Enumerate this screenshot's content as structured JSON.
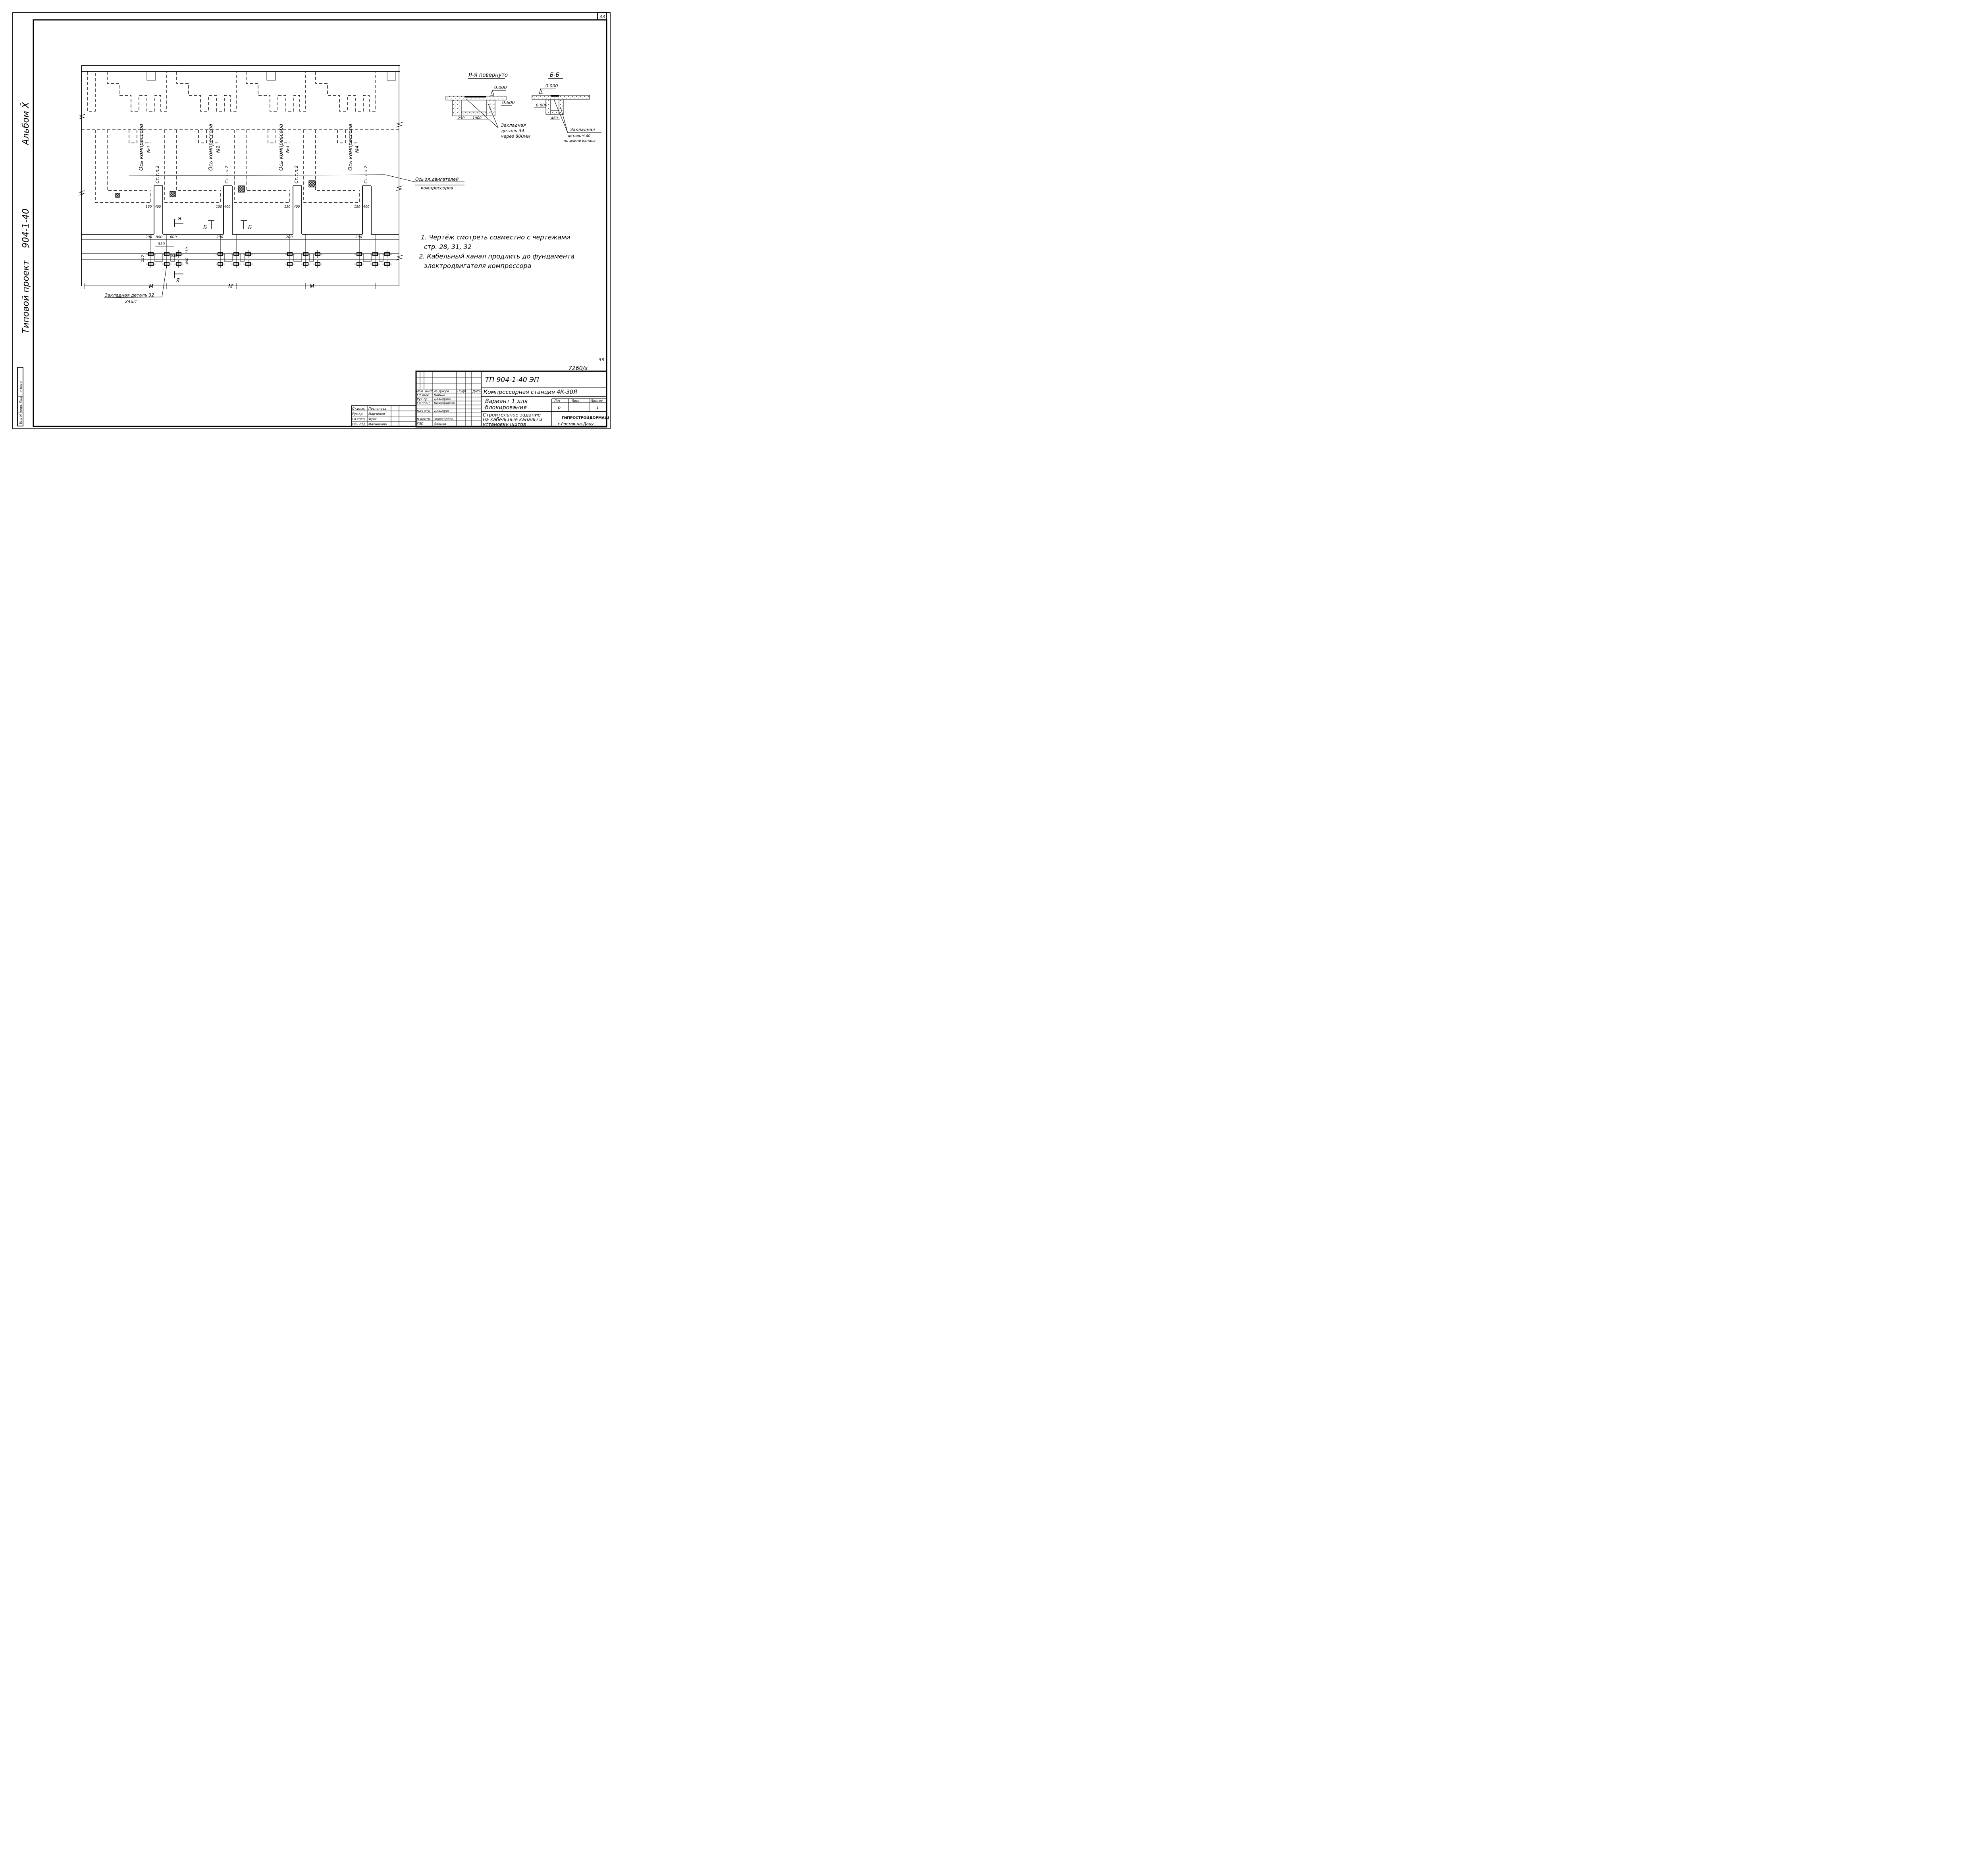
{
  "sheet": {
    "page_number": "33",
    "side_stamp": {
      "typical_project": "Типовой проект",
      "code": "904-1-40",
      "album": "Альбом X̄",
      "inv_strip": "Инв N подл. Подп. и дата"
    }
  },
  "plan": {
    "compressors": [
      {
        "axis": "Ось компрессора",
        "num": "№1",
        "cable": "Ст.т.п.2",
        "dims": [
          "150",
          "400"
        ],
        "dim_below": "200"
      },
      {
        "axis": "Ось компрессора",
        "num": "№2",
        "cable": "Ст.т.п.2",
        "dims": [
          "150",
          "400"
        ],
        "dim_below": "200"
      },
      {
        "axis": "Ось компрессора",
        "num": "№3",
        "cable": "Ст.т.п.2",
        "dims": [
          "150",
          "400"
        ],
        "dim_below": "200"
      },
      {
        "axis": "Ось компрессора",
        "num": "№4",
        "cable": "Ст.т.п.2",
        "dims": [
          "150",
          "400"
        ],
        "dim_below": "200"
      }
    ],
    "motor_axis_label": [
      "Ось эл.двигателей",
      "компрессоров"
    ],
    "first_group_dims": [
      "200",
      "800",
      "550",
      "600",
      "550",
      "150",
      "150",
      "400"
    ],
    "section_marks": {
      "a1": "Я",
      "a2": "Я",
      "b1": "Б",
      "b2": "Б"
    },
    "bottom_dims": [
      "M",
      "M",
      "M"
    ],
    "embedded_label": [
      "Закладная деталь 32",
      "24шт"
    ]
  },
  "sections": {
    "aa": {
      "title": "Я-Я повернуто",
      "level_top": "0.000",
      "level_bottom": "0.600",
      "dims": [
        "250",
        "1000"
      ],
      "note": [
        "Закладная",
        "деталь 34",
        "через 800мм"
      ]
    },
    "bb": {
      "title": "Б-Б",
      "level_top": "0.000",
      "level_bottom": "0.600",
      "dim": "460",
      "note": [
        "Закладная",
        "деталь Ч-40",
        "по длине канала"
      ]
    }
  },
  "notes": [
    "1. Чертёж смотреть совместно с чертежами",
    "стр. 28, 31, 32",
    "2. Кабельный канал продлить до фундамента",
    "электродвигателя компрессора"
  ],
  "title_block": {
    "sheet_no": "33",
    "archive_no": "7260/x",
    "designation": "ТП 904-1-40 ЭП",
    "station": "Компрессорная станция 4К-30Я",
    "variant": [
      "Вариант 1 для",
      "блокирования"
    ],
    "sheet_title": [
      "Строительное задание",
      "на кабельные каналы и",
      "установку щитов"
    ],
    "head": [
      "Изм",
      "Лист",
      "№ докум",
      "Подп.",
      "Дата"
    ],
    "left_signers": [
      [
        "Ст.инж.",
        "Поспоньев"
      ],
      [
        "Рук.гр.",
        "Марченко"
      ],
      [
        "Гл.спец.",
        "Фукс"
      ],
      [
        "Нач.отд.",
        "Махникова"
      ]
    ],
    "right_signers": [
      [
        "Ст.инж.",
        "Чапны"
      ],
      [
        "Рук.гр.",
        "Давыдова"
      ],
      [
        "Гл.спец.",
        "Кожевников"
      ],
      [
        "Нач.отд.",
        "Давыдов"
      ],
      [
        "Н.контр.",
        "Золотарёва"
      ],
      [
        "ГИП",
        "Леонов"
      ]
    ],
    "stage_labels": [
      "Лит",
      "Лист",
      "Листов"
    ],
    "stage_values": [
      "р",
      "",
      "1"
    ],
    "org": "ГИПРОСТРОЙДОРМАШ",
    "city": "г.Ростов-на-Дону"
  }
}
